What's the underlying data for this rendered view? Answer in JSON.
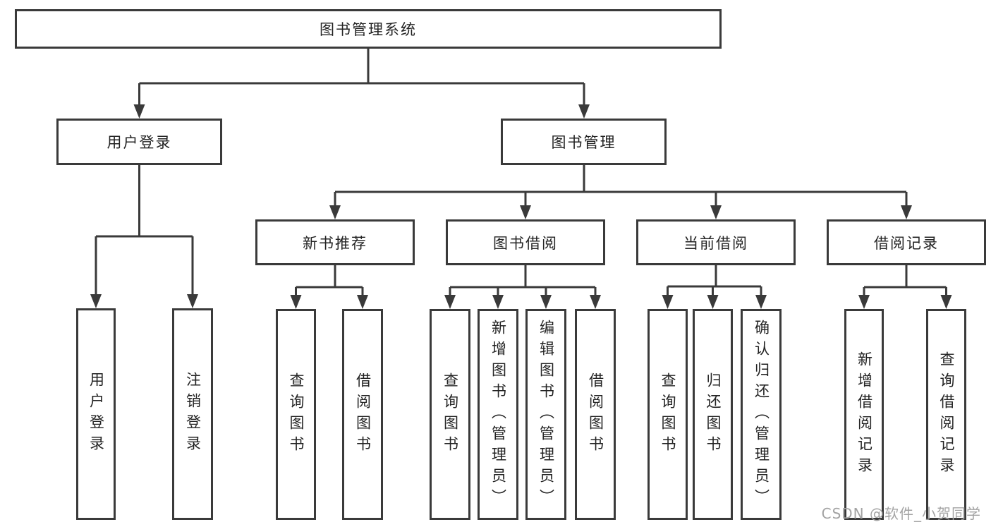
{
  "diagram": {
    "root": {
      "label": "图书管理系统"
    },
    "level2": [
      {
        "label": "用户登录"
      },
      {
        "label": "图书管理"
      }
    ],
    "level3": [
      {
        "label": "新书推荐"
      },
      {
        "label": "图书借阅"
      },
      {
        "label": "当前借阅"
      },
      {
        "label": "借阅记录"
      }
    ],
    "leaves": {
      "user_login": [
        "用户登录",
        "注销登录"
      ],
      "new_book": [
        "查询图书",
        "借阅图书"
      ],
      "book_borrow": [
        "查询图书",
        "新增图书（管理员）",
        "编辑图书（管理员）",
        "借阅图书"
      ],
      "current_borrow": [
        "查询图书",
        "归还图书",
        "确认归还（管理员）"
      ],
      "borrow_record": [
        "新增借阅记录",
        "查询借阅记录"
      ]
    },
    "colors": {
      "line": "#3a3a3a",
      "box_border": "#3a3a3a",
      "text": "#232323",
      "watermark": "#a3a3a3",
      "background": "#ffffff"
    }
  },
  "watermark": {
    "text": "CSDN @软件_小贺同学"
  }
}
